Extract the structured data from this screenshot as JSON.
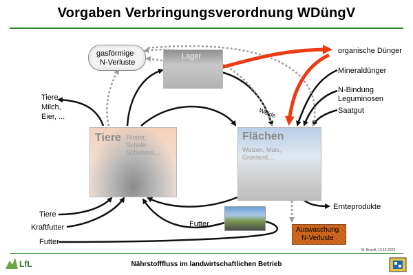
{
  "header": {
    "title": "Vorgaben Verbringungsverordnung WDüngV"
  },
  "nodes": {
    "tiere": {
      "title": "Tiere",
      "subtitle": [
        "Rinder,",
        "Schafe",
        "Schweine,..."
      ]
    },
    "flaechen": {
      "title": "Flächen",
      "subtitle": [
        "Weizen, Mais,",
        "Grünland,..."
      ]
    },
    "lager": {
      "title": "Lager"
    },
    "cloud": {
      "line1": "gasförmige",
      "line2": "N-Verluste"
    },
    "auswaschung": {
      "line1": "Auswaschung",
      "line2": "N-Verluste"
    }
  },
  "labels": {
    "tiere_out": [
      "Tiere,",
      "Milch,",
      "Eier, ..."
    ],
    "weide": "Weide",
    "organische_duenger": "organische Dünger",
    "mineralduenger": "Mineraldünger",
    "n_bindung": [
      "N-Bindung",
      "Leguminosen"
    ],
    "saatgut": "Saatgut",
    "ernteprodukte": "Ernteprodukte",
    "futter_mid": "Futter",
    "inputs": [
      "Tiere",
      "Kraftfutter",
      "Futter"
    ]
  },
  "footer": {
    "logo": "LfL",
    "caption": "Nährstofffluss im landwirtschaftlichen Betrieb",
    "author": "M. Brandl, 12.12.2022"
  },
  "colors": {
    "accent_green": "#2f8a2f",
    "red_arrow": "#ee3a12",
    "auswaschung": "#d2691e"
  }
}
